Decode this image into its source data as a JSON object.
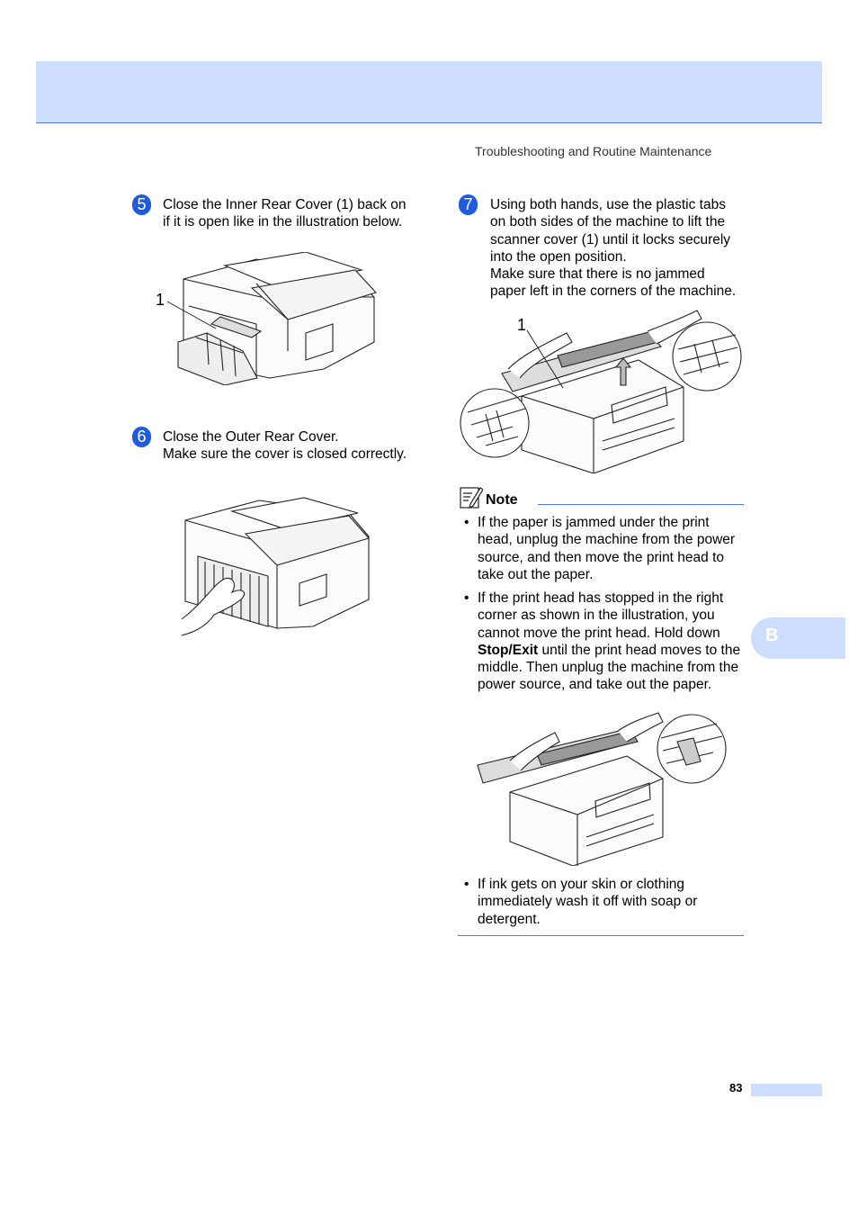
{
  "running_head": "Troubleshooting and Routine Maintenance",
  "steps": [
    {
      "number": "5",
      "text": "Close the Inner Rear Cover (1) back on\nif it is open like in the illustration below."
    },
    {
      "number": "6",
      "text": "Close the Outer Rear Cover.\nMake sure the cover is closed correctly."
    },
    {
      "number": "7",
      "text": "Using both hands, use the plastic tabs\non both sides of the machine to lift the\nscanner cover (1) until it locks securely\ninto the open position.\nMake sure that there is no jammed\npaper left in the corners of the machine."
    }
  ],
  "callouts": {
    "inner_rear_cover": "1",
    "scanner_cover": "1"
  },
  "note": {
    "label": "Note",
    "bullet_1": "If the paper is jammed under the print head, unplug the machine from the power source, and then move the print head to take out the paper.",
    "bullet_2_pre": "If the print head has stopped in the right corner as shown in the illustration, you cannot move the print head. Hold down ",
    "bullet_2_bold": "Stop/Exit",
    "bullet_2_post": " until the print head moves to the middle. Then unplug the machine from the power source, and take out the paper.",
    "bullet_3": "If ink gets on your skin or clothing immediately wash it off with soap or detergent."
  },
  "side_tab": "B",
  "page_number": "83",
  "colors": {
    "accent": "#1f5be0",
    "band": "#cdddfd",
    "rule": "#4a7bd8"
  }
}
